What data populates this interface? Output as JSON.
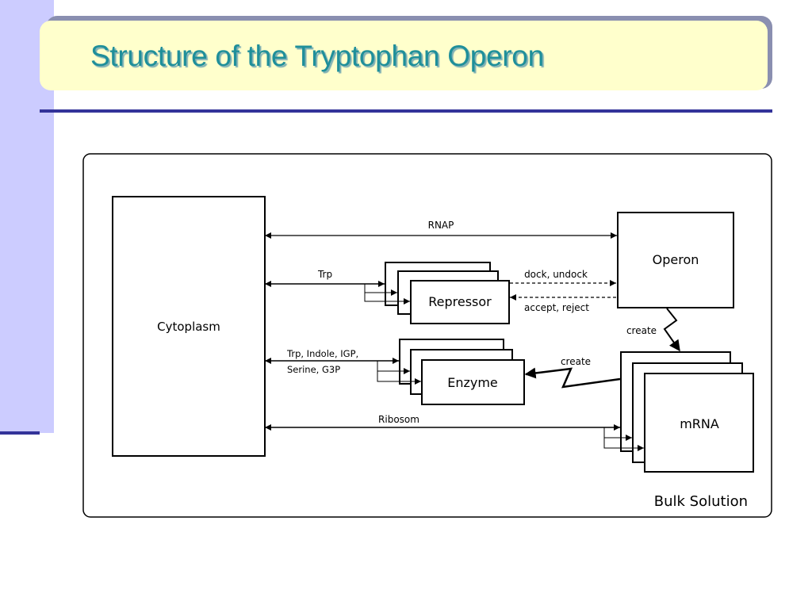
{
  "slide": {
    "title": "Structure of the Tryptophan Operon"
  },
  "diagram": {
    "container_label": "Bulk Solution",
    "nodes": {
      "cytoplasm": "Cytoplasm",
      "operon": "Operon",
      "repressor": "Repressor",
      "enzyme": "Enzyme",
      "mrna": "mRNA"
    },
    "edges": {
      "rnap": "RNAP",
      "trp": "Trp",
      "enzyme_inputs_line1": "Trp, Indole, IGP,",
      "enzyme_inputs_line2": "Serine, G3P",
      "ribosom": "Ribosom",
      "dock_undock": "dock, undock",
      "accept_reject": "accept, reject",
      "create_mrna": "create",
      "create_enzyme": "create"
    }
  }
}
